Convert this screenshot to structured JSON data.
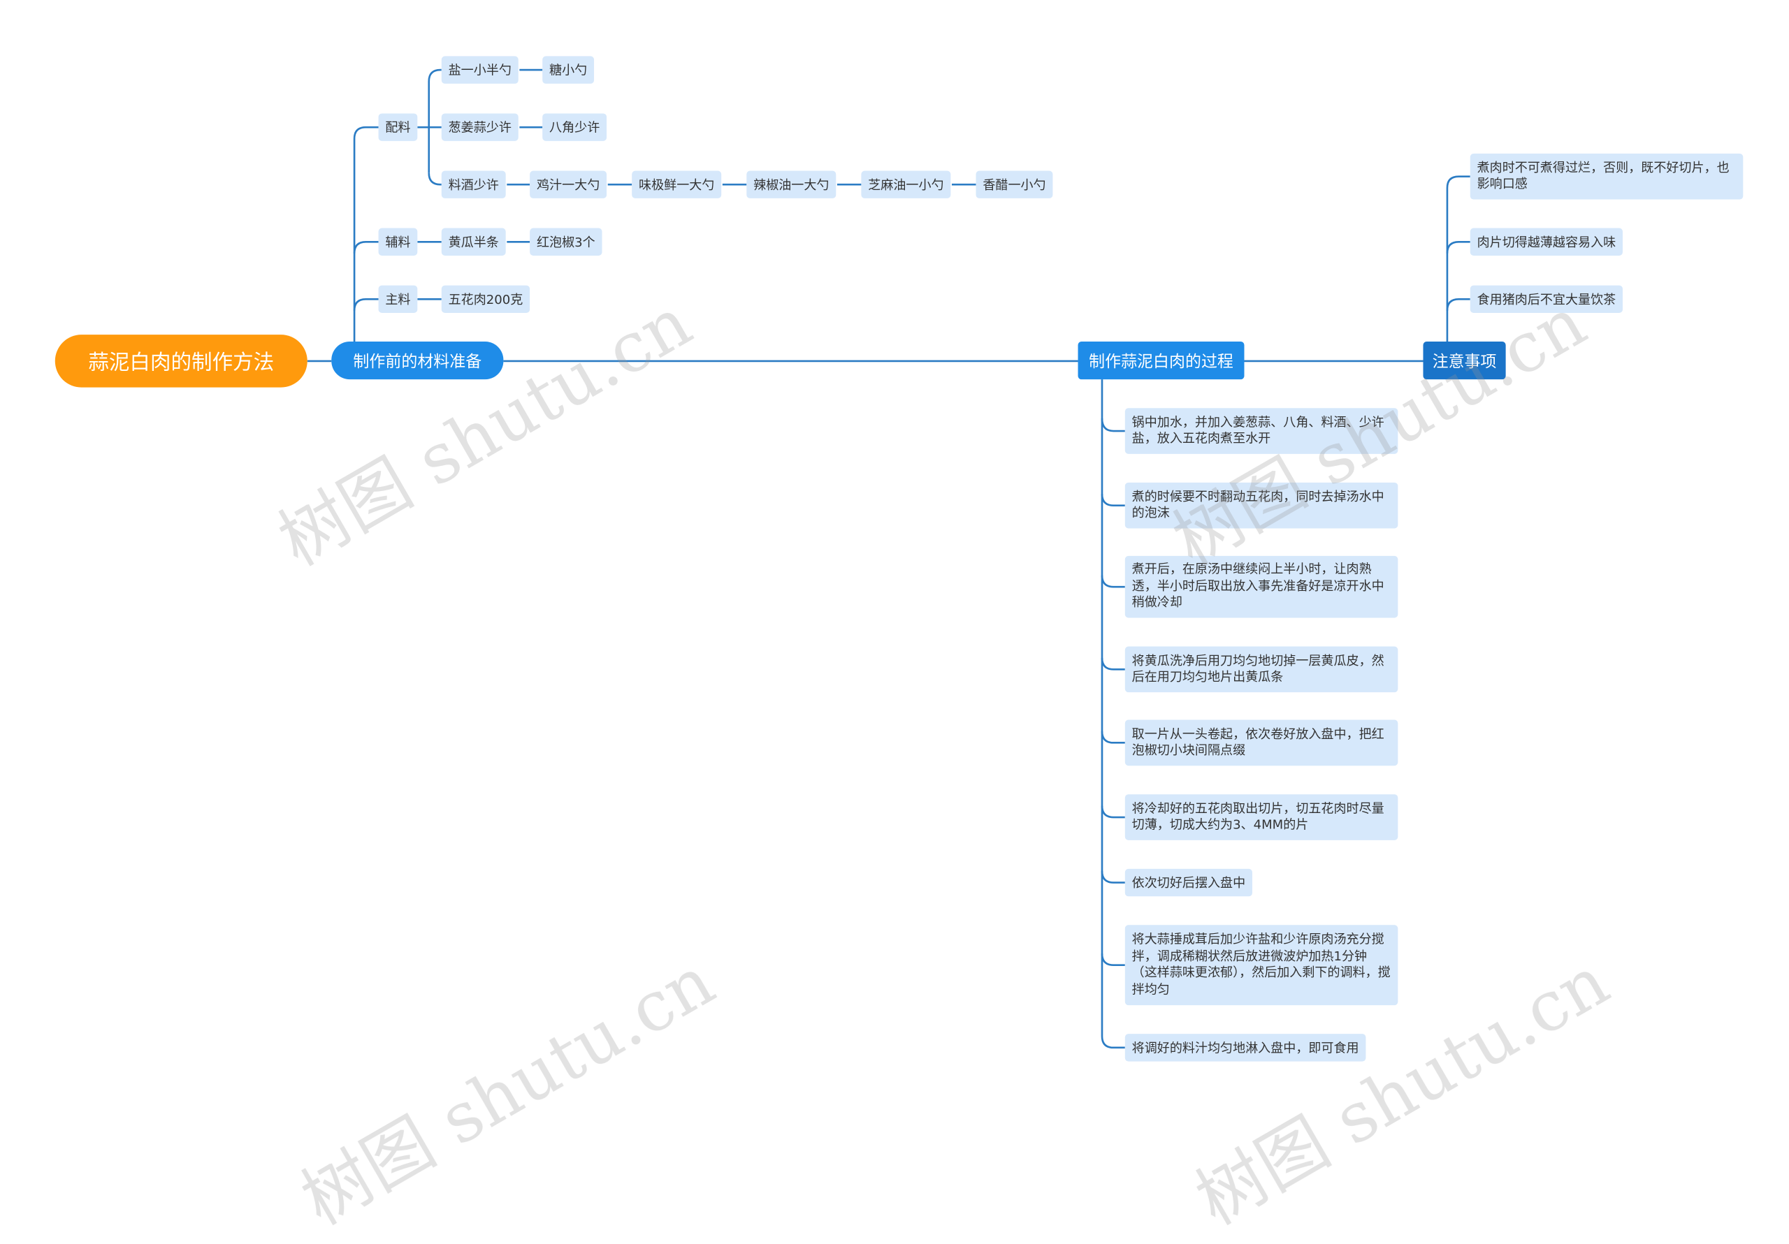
{
  "root": {
    "label": "蒜泥白肉的制作方法"
  },
  "branches": {
    "prep": {
      "label": "制作前的材料准备",
      "groups": {
        "peiliao": {
          "label": "配料",
          "rows": [
            [
              "盐一小半勺",
              "糖小勺"
            ],
            [
              "葱姜蒜少许",
              "八角少许"
            ],
            [
              "料酒少许",
              "鸡汁一大勺",
              "味极鲜一大勺",
              "辣椒油一大勺",
              "芝麻油一小勺",
              "香醋一小勺"
            ]
          ]
        },
        "fuliao": {
          "label": "辅料",
          "rows": [
            [
              "黄瓜半条",
              "红泡椒3个"
            ]
          ]
        },
        "zhuliao": {
          "label": "主料",
          "rows": [
            [
              "五花肉200克"
            ]
          ]
        }
      }
    },
    "process": {
      "label": "制作蒜泥白肉的过程",
      "steps": [
        "锅中加水，并加入姜葱蒜、八角、料酒、少许盐，放入五花肉煮至水开",
        "煮的时候要不时翻动五花肉，同时去掉汤水中的泡沫",
        "煮开后，在原汤中继续闷上半小时，让肉熟透，半小时后取出放入事先准备好是凉开水中稍做冷却",
        "将黄瓜洗净后用刀均匀地切掉一层黄瓜皮，然后在用刀均匀地片出黄瓜条",
        "取一片从一头卷起，依次卷好放入盘中，把红泡椒切小块间隔点缀",
        "将冷却好的五花肉取出切片，切五花肉时尽量切薄，切成大约为3、4MM的片",
        "依次切好后摆入盘中",
        "将大蒜捶成茸后加少许盐和少许原肉汤充分搅拌，调成稀糊状然后放进微波炉加热1分钟（这样蒜味更浓郁），然后加入剩下的调料，搅拌均匀",
        "将调好的料汁均匀地淋入盘中，即可食用"
      ]
    },
    "notes": {
      "label": "注意事项",
      "items": [
        "煮肉时不可煮得过烂，否则，既不好切片，也影响口感",
        "肉片切得越薄越容易入味",
        "食用猪肉后不宜大量饮茶"
      ]
    }
  },
  "watermark": "树图 shutu.cn",
  "colors": {
    "root": "#ff9a0d",
    "branch": "#1f8ce8",
    "branch_dark": "#1a74c9",
    "leaf": "#d6e8fb",
    "line": "#2b7cc4",
    "text": "#333333"
  }
}
